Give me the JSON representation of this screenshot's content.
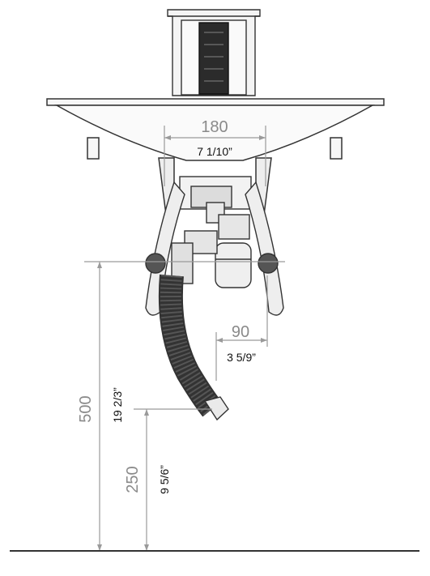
{
  "dimensions": {
    "width": {
      "mm": "180",
      "inch": "7 1/10”"
    },
    "drain_offset": {
      "mm": "90",
      "inch": "3 5/9”"
    },
    "outlet_height": {
      "mm": "500",
      "inch": "19 2/3”"
    },
    "hose_end_height": {
      "mm": "250",
      "inch": "9 5/6”"
    }
  },
  "colors": {
    "line": "#333333",
    "dim_line": "#9a9a9a",
    "metal_dark": "#2a2a2a",
    "fill_light": "#f2f2f2"
  }
}
